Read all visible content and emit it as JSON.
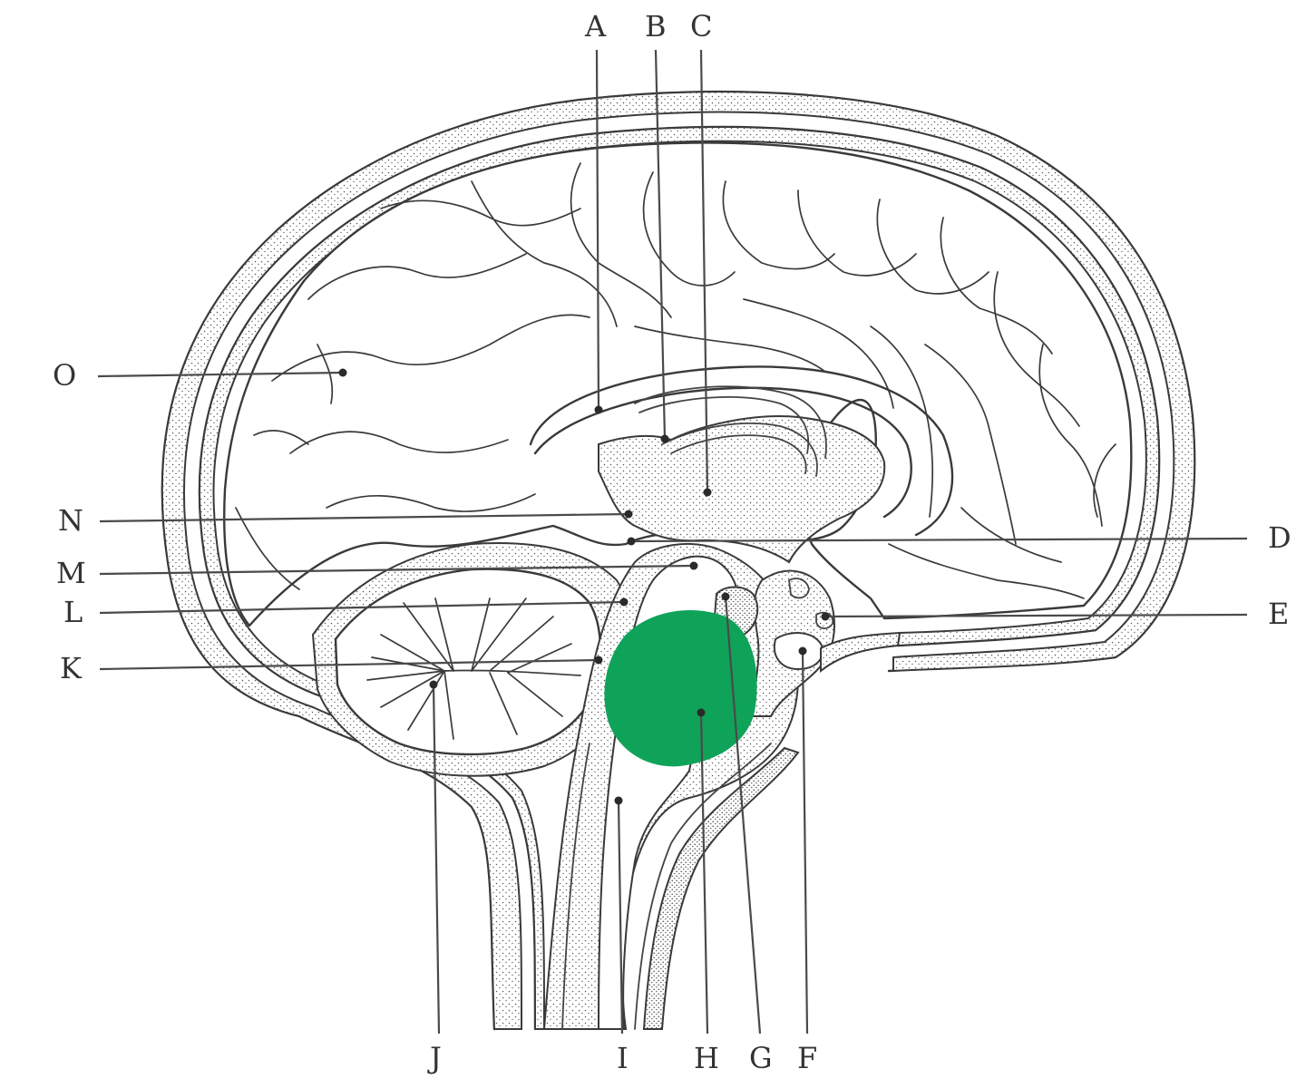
{
  "diagram": {
    "highlight_color": "#0fa35a",
    "ink_color": "#333333",
    "highlighted_label": "H",
    "labels": {
      "A": "A",
      "B": "B",
      "C": "C",
      "D": "D",
      "E": "E",
      "F": "F",
      "G": "G",
      "H": "H",
      "I": "I",
      "J": "J",
      "K": "K",
      "L": "L",
      "M": "M",
      "N": "N",
      "O": "O"
    }
  }
}
